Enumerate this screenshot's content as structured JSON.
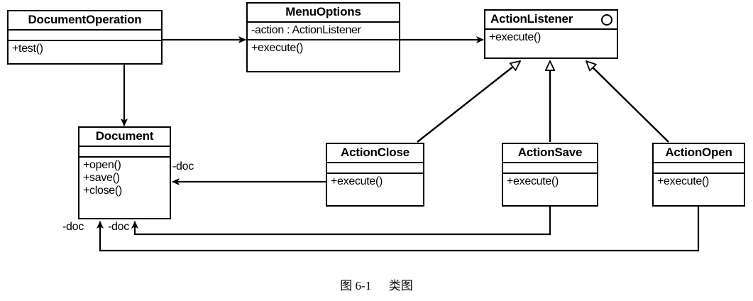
{
  "diagram": {
    "type": "uml-class-diagram",
    "caption": {
      "figure_number": "图 6-1",
      "title": "类图"
    },
    "colors": {
      "stroke": "#000000",
      "fill": "#ffffff",
      "text": "#000000"
    },
    "classes": [
      {
        "id": "document-operation",
        "name": "DocumentOperation",
        "stereotype": "",
        "attributes": [],
        "operations": [
          "+test()"
        ],
        "interface_marker": false
      },
      {
        "id": "menu-options",
        "name": "MenuOptions",
        "stereotype": "",
        "attributes": [
          "-action : ActionListener"
        ],
        "operations": [
          "+execute()"
        ],
        "interface_marker": false
      },
      {
        "id": "action-listener",
        "name": "ActionListener",
        "stereotype": "",
        "attributes": [],
        "operations": [
          "+execute()"
        ],
        "interface_marker": true
      },
      {
        "id": "document",
        "name": "Document",
        "stereotype": "",
        "attributes": [],
        "operations": [
          "+open()",
          "+save()",
          "+close()"
        ],
        "interface_marker": false
      },
      {
        "id": "action-close",
        "name": "ActionClose",
        "stereotype": "",
        "attributes": [],
        "operations": [
          "+execute()"
        ],
        "interface_marker": false
      },
      {
        "id": "action-save",
        "name": "ActionSave",
        "stereotype": "",
        "attributes": [],
        "operations": [
          "+execute()"
        ],
        "interface_marker": false
      },
      {
        "id": "action-open",
        "name": "ActionOpen",
        "stereotype": "",
        "attributes": [],
        "operations": [
          "+execute()"
        ],
        "interface_marker": false
      }
    ],
    "relationships": [
      {
        "id": "rel-docop-menuoptions",
        "from": "DocumentOperation",
        "to": "MenuOptions",
        "kind": "association-directed",
        "label": ""
      },
      {
        "id": "rel-docop-document",
        "from": "DocumentOperation",
        "to": "Document",
        "kind": "association-directed",
        "label": ""
      },
      {
        "id": "rel-menuoptions-listener",
        "from": "MenuOptions",
        "to": "ActionListener",
        "kind": "association-directed",
        "label": ""
      },
      {
        "id": "rel-close-listener",
        "from": "ActionClose",
        "to": "ActionListener",
        "kind": "generalization",
        "label": ""
      },
      {
        "id": "rel-save-listener",
        "from": "ActionSave",
        "to": "ActionListener",
        "kind": "generalization",
        "label": ""
      },
      {
        "id": "rel-open-listener",
        "from": "ActionOpen",
        "to": "ActionListener",
        "kind": "generalization",
        "label": ""
      },
      {
        "id": "rel-close-document",
        "from": "ActionClose",
        "to": "Document",
        "kind": "association-directed",
        "label": "-doc"
      },
      {
        "id": "rel-save-document",
        "from": "ActionSave",
        "to": "Document",
        "kind": "association-directed",
        "label": "-doc"
      },
      {
        "id": "rel-open-document",
        "from": "ActionOpen",
        "to": "Document",
        "kind": "association-directed",
        "label": "-doc"
      }
    ],
    "edge_labels": {
      "doc_close": "-doc",
      "doc_open": "-doc",
      "doc_save": "-doc"
    }
  }
}
